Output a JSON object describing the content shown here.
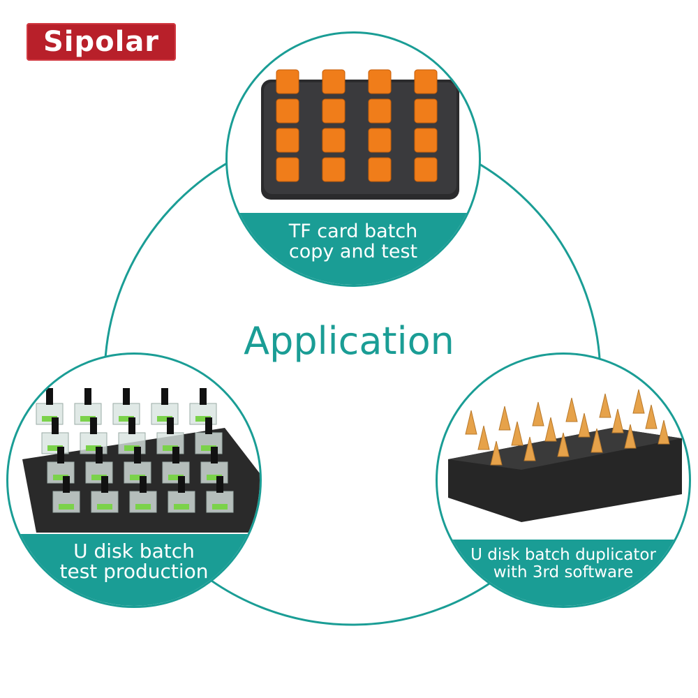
{
  "brand": {
    "logo_text": "Sipolar",
    "logo_color": "#b8202a"
  },
  "title": "Application",
  "accent_color": "#1a9d95",
  "applications": [
    {
      "line1": "TF card batch",
      "line2": "copy and test",
      "image": "tf-card-hub-image"
    },
    {
      "line1": "U disk batch",
      "line2": "test production",
      "image": "u-disk-tester-image"
    },
    {
      "line1": "U disk batch duplicator",
      "line2": "with 3rd software",
      "image": "u-disk-duplicator-image"
    }
  ]
}
